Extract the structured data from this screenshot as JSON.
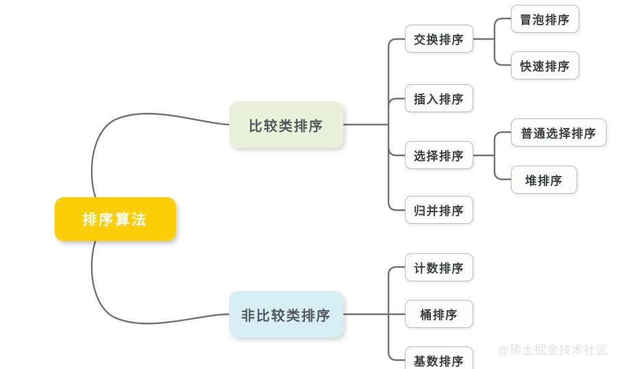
{
  "diagram": {
    "type": "mindmap",
    "title": "排序算法",
    "orientation": "left-to-right",
    "colors": {
      "root_fill": "#fbce06",
      "root_text": "#ffffff",
      "comparison_fill": "#eaf0da",
      "noncomparison_fill": "#d7eef4",
      "leaf_fill": "#fdfdfc",
      "leaf_border": "#b9bcbd",
      "leaf_text": "#3b3f41",
      "category_text": "#555a5e",
      "connector": "#6f7476",
      "background": "#ffffff",
      "watermark_text": "#e0e0e0"
    },
    "root": {
      "label": "排序算法"
    },
    "branches": [
      {
        "label": "比较类排序",
        "children": [
          {
            "label": "交换排序",
            "children": [
              {
                "label": "冒泡排序"
              },
              {
                "label": "快速排序"
              }
            ]
          },
          {
            "label": "插入排序",
            "children": []
          },
          {
            "label": "选择排序",
            "children": [
              {
                "label": "普通选择排序"
              },
              {
                "label": "堆排序"
              }
            ]
          },
          {
            "label": "归并排序",
            "children": []
          }
        ]
      },
      {
        "label": "非比较类排序",
        "children": [
          {
            "label": "计数排序",
            "children": []
          },
          {
            "label": "桶排序",
            "children": []
          },
          {
            "label": "基数排序",
            "children": []
          }
        ]
      }
    ]
  },
  "watermark": {
    "text": "@稀土掘金技术社区"
  }
}
